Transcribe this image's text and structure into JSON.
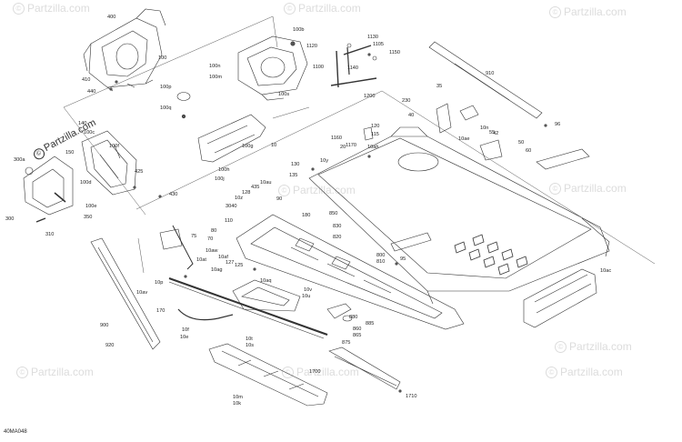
{
  "diagram_code": "40MA048",
  "logo_text": "Partzilla.com",
  "watermark_text": "Partzilla.com",
  "part_labels": [
    "400",
    "410",
    "440",
    "100",
    "100n",
    "100m",
    "100s",
    "100b",
    "1120",
    "1130",
    "1105",
    "1150",
    "1100",
    "1140",
    "1200",
    "910",
    "35",
    "10n",
    "100p",
    "100q",
    "140",
    "100c",
    "100f",
    "150",
    "300a",
    "425",
    "100d",
    "100e",
    "300",
    "310",
    "350",
    "430",
    "100g",
    "100h",
    "100j",
    "10",
    "230",
    "40",
    "120",
    "115",
    "1160",
    "1170",
    "20",
    "10ah",
    "10ae",
    "42",
    "55",
    "50",
    "60",
    "96",
    "130",
    "10y",
    "135",
    "180",
    "10au",
    "435",
    "128",
    "10z",
    "3040",
    "110",
    "90",
    "80",
    "70",
    "10aw",
    "10af",
    "10ag",
    "127",
    "125",
    "850",
    "830",
    "820",
    "800",
    "810",
    "95",
    "75",
    "10at",
    "10p",
    "10aq",
    "10av",
    "10v",
    "10u",
    "170",
    "10f",
    "10e",
    "880",
    "885",
    "860",
    "865",
    "875",
    "900",
    "920",
    "10t",
    "10s",
    "1700",
    "1710",
    "10m",
    "10k",
    "10ac"
  ]
}
